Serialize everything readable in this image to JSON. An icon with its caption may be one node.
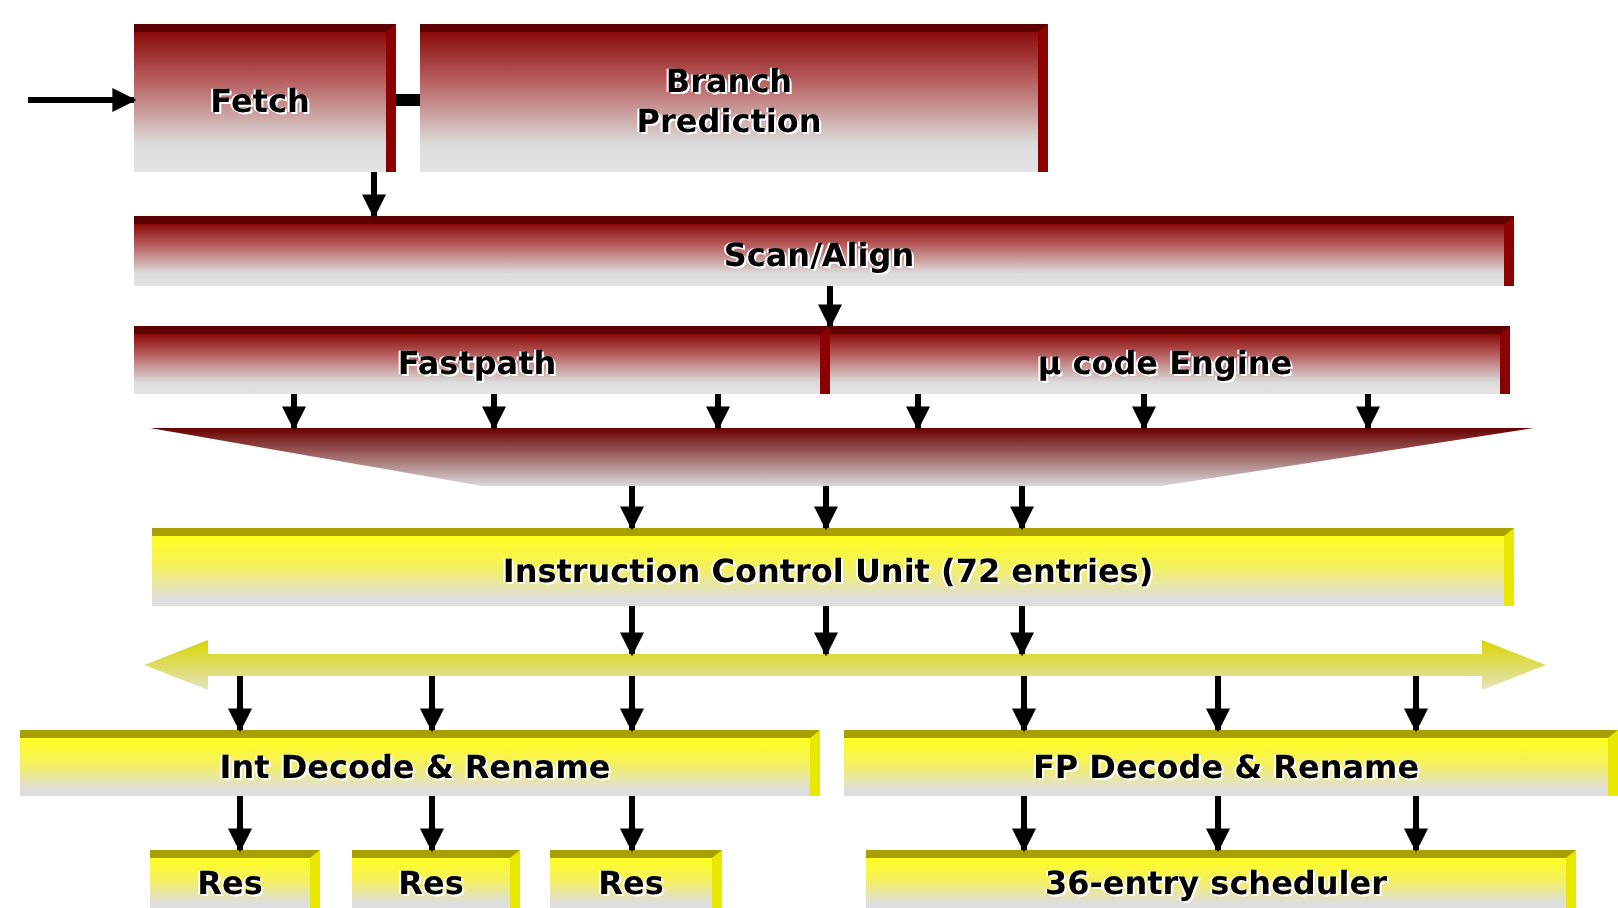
{
  "diagram": {
    "nodes": [
      {
        "text": [
          "Fetch"
        ]
      },
      {
        "text": [
          "Branch Prediction"
        ]
      },
      {
        "text": [
          "Scan/Align"
        ]
      },
      {
        "text": [
          "Fastpath"
        ]
      },
      {
        "text": [
          "µ code Engine"
        ]
      },
      {
        "text": [],
        "shape": "trapezoid"
      },
      {
        "text": [
          "Instruction Control Unit (72 entries)"
        ]
      },
      {
        "text": [],
        "shape": "bar"
      },
      {
        "text": [
          "Int Decode & Rename"
        ]
      },
      {
        "text": [
          "FP Decode & Rename"
        ]
      },
      {
        "text": [
          "Res"
        ]
      },
      {
        "text": [
          "Res"
        ]
      },
      {
        "text": [
          "Res"
        ]
      },
      {
        "text": [
          "36-entry scheduler"
        ]
      }
    ],
    "edges": [
      {
        "from": null,
        "to": 0,
        "arrow": "to"
      },
      {
        "from": 0,
        "to": 1,
        "arrow": "none",
        "style": "thick"
      },
      {
        "from": 0,
        "to": 2,
        "arrow": "to"
      },
      {
        "from": 2,
        "to": 4,
        "arrow": "to"
      },
      {
        "from": 3,
        "to": 5,
        "arrow": "to"
      },
      {
        "from": 3,
        "to": 5,
        "arrow": "to"
      },
      {
        "from": 3,
        "to": 5,
        "arrow": "to"
      },
      {
        "from": 4,
        "to": 5,
        "arrow": "to"
      },
      {
        "from": 4,
        "to": 5,
        "arrow": "to"
      },
      {
        "from": 4,
        "to": 5,
        "arrow": "to"
      },
      {
        "from": 5,
        "to": 6,
        "arrow": "to"
      },
      {
        "from": 5,
        "to": 6,
        "arrow": "to"
      },
      {
        "from": 5,
        "to": 6,
        "arrow": "to"
      },
      {
        "from": 6,
        "to": 7,
        "arrow": "to"
      },
      {
        "from": 6,
        "to": 7,
        "arrow": "to"
      },
      {
        "from": 6,
        "to": 7,
        "arrow": "to"
      },
      {
        "from": 7,
        "to": 8,
        "arrow": "to"
      },
      {
        "from": 7,
        "to": 8,
        "arrow": "to"
      },
      {
        "from": 7,
        "to": 8,
        "arrow": "to"
      },
      {
        "from": 7,
        "to": 9,
        "arrow": "to"
      },
      {
        "from": 7,
        "to": 9,
        "arrow": "to"
      },
      {
        "from": 7,
        "to": 9,
        "arrow": "to"
      },
      {
        "from": 8,
        "to": 10,
        "arrow": "to"
      },
      {
        "from": 8,
        "to": 11,
        "arrow": "to"
      },
      {
        "from": 8,
        "to": 12,
        "arrow": "to"
      },
      {
        "from": 9,
        "to": 13,
        "arrow": "to"
      },
      {
        "from": 9,
        "to": 13,
        "arrow": "to"
      },
      {
        "from": 9,
        "to": 13,
        "arrow": "to"
      }
    ]
  }
}
